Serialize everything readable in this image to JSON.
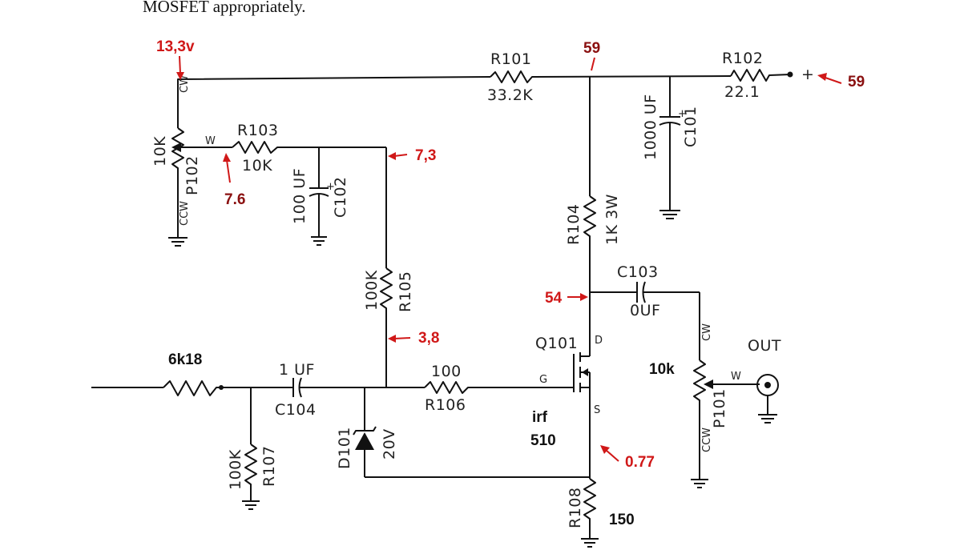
{
  "heading": "MOSFET appropriately.",
  "components": {
    "r101": {
      "ref": "R101",
      "value": "33.2K"
    },
    "r102": {
      "ref": "R102",
      "value": "22.1"
    },
    "r103": {
      "ref": "R103",
      "value": "10K"
    },
    "r104": {
      "ref": "R104",
      "value": "1K 3W"
    },
    "r105": {
      "ref": "R105",
      "value": "100K"
    },
    "r106": {
      "ref": "R106",
      "value": "100"
    },
    "r107": {
      "ref": "R107",
      "value": "100K"
    },
    "r108": {
      "ref": "R108"
    },
    "c101": {
      "ref": "C101",
      "value": "1000 UF"
    },
    "c102": {
      "ref": "C102",
      "value": "100 UF"
    },
    "c103": {
      "ref": "C103",
      "value": "0UF"
    },
    "c104": {
      "ref": "C104",
      "value": "1 UF"
    },
    "p101": {
      "ref": "P101"
    },
    "p102": {
      "ref": "P102",
      "value": "10K"
    },
    "d101": {
      "ref": "D101",
      "value": "20V"
    },
    "q101": {
      "ref": "Q101",
      "pin_d": "D",
      "pin_g": "G",
      "pin_s": "S"
    }
  },
  "pins": {
    "ccw": "CCW",
    "cw": "CW",
    "w": "W"
  },
  "out_label": "OUT",
  "plus": "+",
  "handwritten": {
    "input_resistor": "6k18",
    "p101_value": "10k",
    "mosfet_line1": "irf",
    "mosfet_line2": "510",
    "r108_value": "150"
  },
  "voltages": {
    "p102_top": "13,3v",
    "r101_right": "59",
    "supply": "59",
    "wiper": "7.6",
    "r103_right": "7,3",
    "gate_node": "3,8",
    "drain": "54",
    "source": "0.77"
  },
  "colors": {
    "annotation": "#d01818",
    "annotation_dark": "#8a1010",
    "wire": "#111111"
  }
}
